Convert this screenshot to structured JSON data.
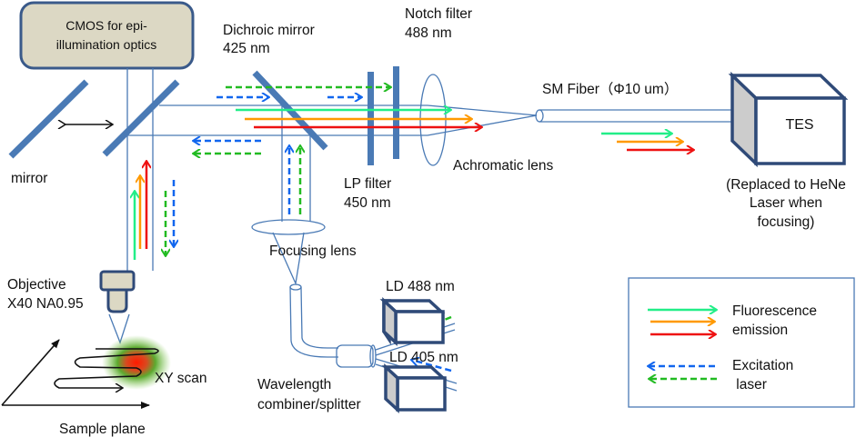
{
  "labels": {
    "cmos_line1": "CMOS for epi-",
    "cmos_line2": "illumination optics",
    "dichroic_line1": "Dichroic mirror",
    "dichroic_line2": "425 nm",
    "notch_line1": "Notch filter",
    "notch_line2": "488 nm",
    "mirror": "mirror",
    "lp_line1": "LP filter",
    "lp_line2": "450 nm",
    "achromatic": "Achromatic lens",
    "sm_fiber": "SM Fiber（Φ10 um）",
    "tes": "TES",
    "tes_note_line1": "(Replaced to HeNe",
    "tes_note_line2": "Laser when",
    "tes_note_line3": "focusing)",
    "focusing_lens": "Focusing lens",
    "objective_line1": "Objective",
    "objective_line2": "X40 NA0.95",
    "xy_scan": "XY scan",
    "sample_plane": "Sample plane",
    "combiner_line1": "Wavelength",
    "combiner_line2": "combiner/splitter",
    "ld488": "LD 488 nm",
    "ld405": "LD 405 nm"
  },
  "legend": {
    "emission_line1": "Fluorescence",
    "emission_line2": "emission",
    "excitation_line1": "Excitation",
    "excitation_line2": " laser"
  },
  "colors": {
    "optics": "#4a7ab5",
    "emission_green": "#22ee88",
    "emission_orange": "#ff9900",
    "emission_red": "#ee1111",
    "excitation_blue": "#1166ee",
    "excitation_green": "#22bb22",
    "cmos_fill": "#dcd8c4"
  }
}
